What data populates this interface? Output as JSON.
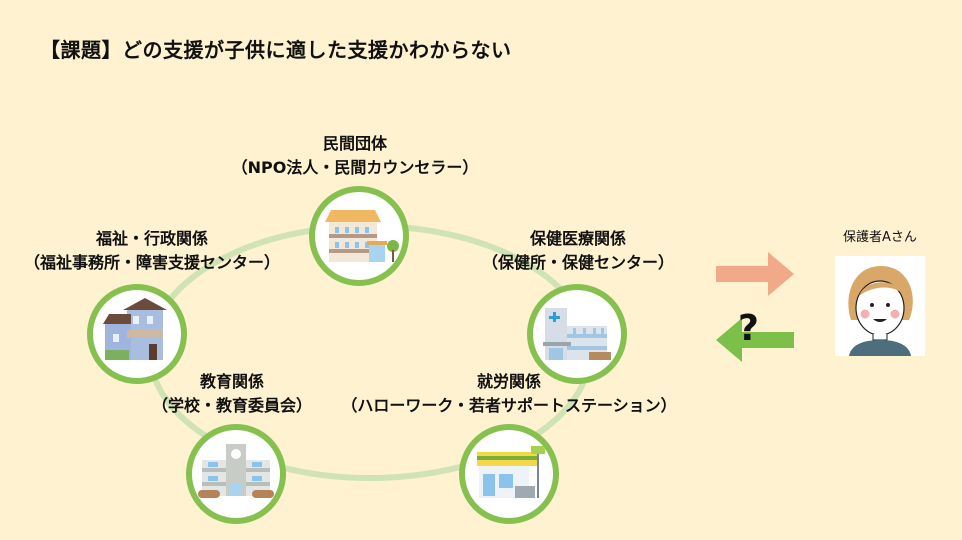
{
  "title": "【課題】どの支援が子供に適した支援かわからない",
  "nodes": [
    {
      "id": "private",
      "title": "民間団体",
      "subtitle": "（NPO法人・民間カウンセラー）",
      "icon": "apartment-building-icon"
    },
    {
      "id": "welfare",
      "title": "福祉・行政関係",
      "subtitle": "（福祉事務所・障害支援センター）",
      "icon": "house-icon"
    },
    {
      "id": "health",
      "title": "保健医療関係",
      "subtitle": "（保健所・保健センター）",
      "icon": "hospital-icon"
    },
    {
      "id": "education",
      "title": "教育関係",
      "subtitle": "（学校・教育委員会）",
      "icon": "school-icon"
    },
    {
      "id": "employment",
      "title": "就労関係",
      "subtitle": "（ハローワーク・若者サポートステーション）",
      "icon": "store-icon"
    }
  ],
  "person": {
    "label": "保護者Aさん",
    "icon": "woman-avatar-icon"
  },
  "arrows": {
    "outgoing": {
      "icon": "arrow-right-icon",
      "color": "#f2a98a"
    },
    "incoming": {
      "icon": "arrow-left-icon",
      "color": "#7cc04a",
      "mark": "?"
    }
  },
  "colors": {
    "background": "#fff2d0",
    "ring": "#cfe3b4",
    "node_border": "#86c04f"
  }
}
